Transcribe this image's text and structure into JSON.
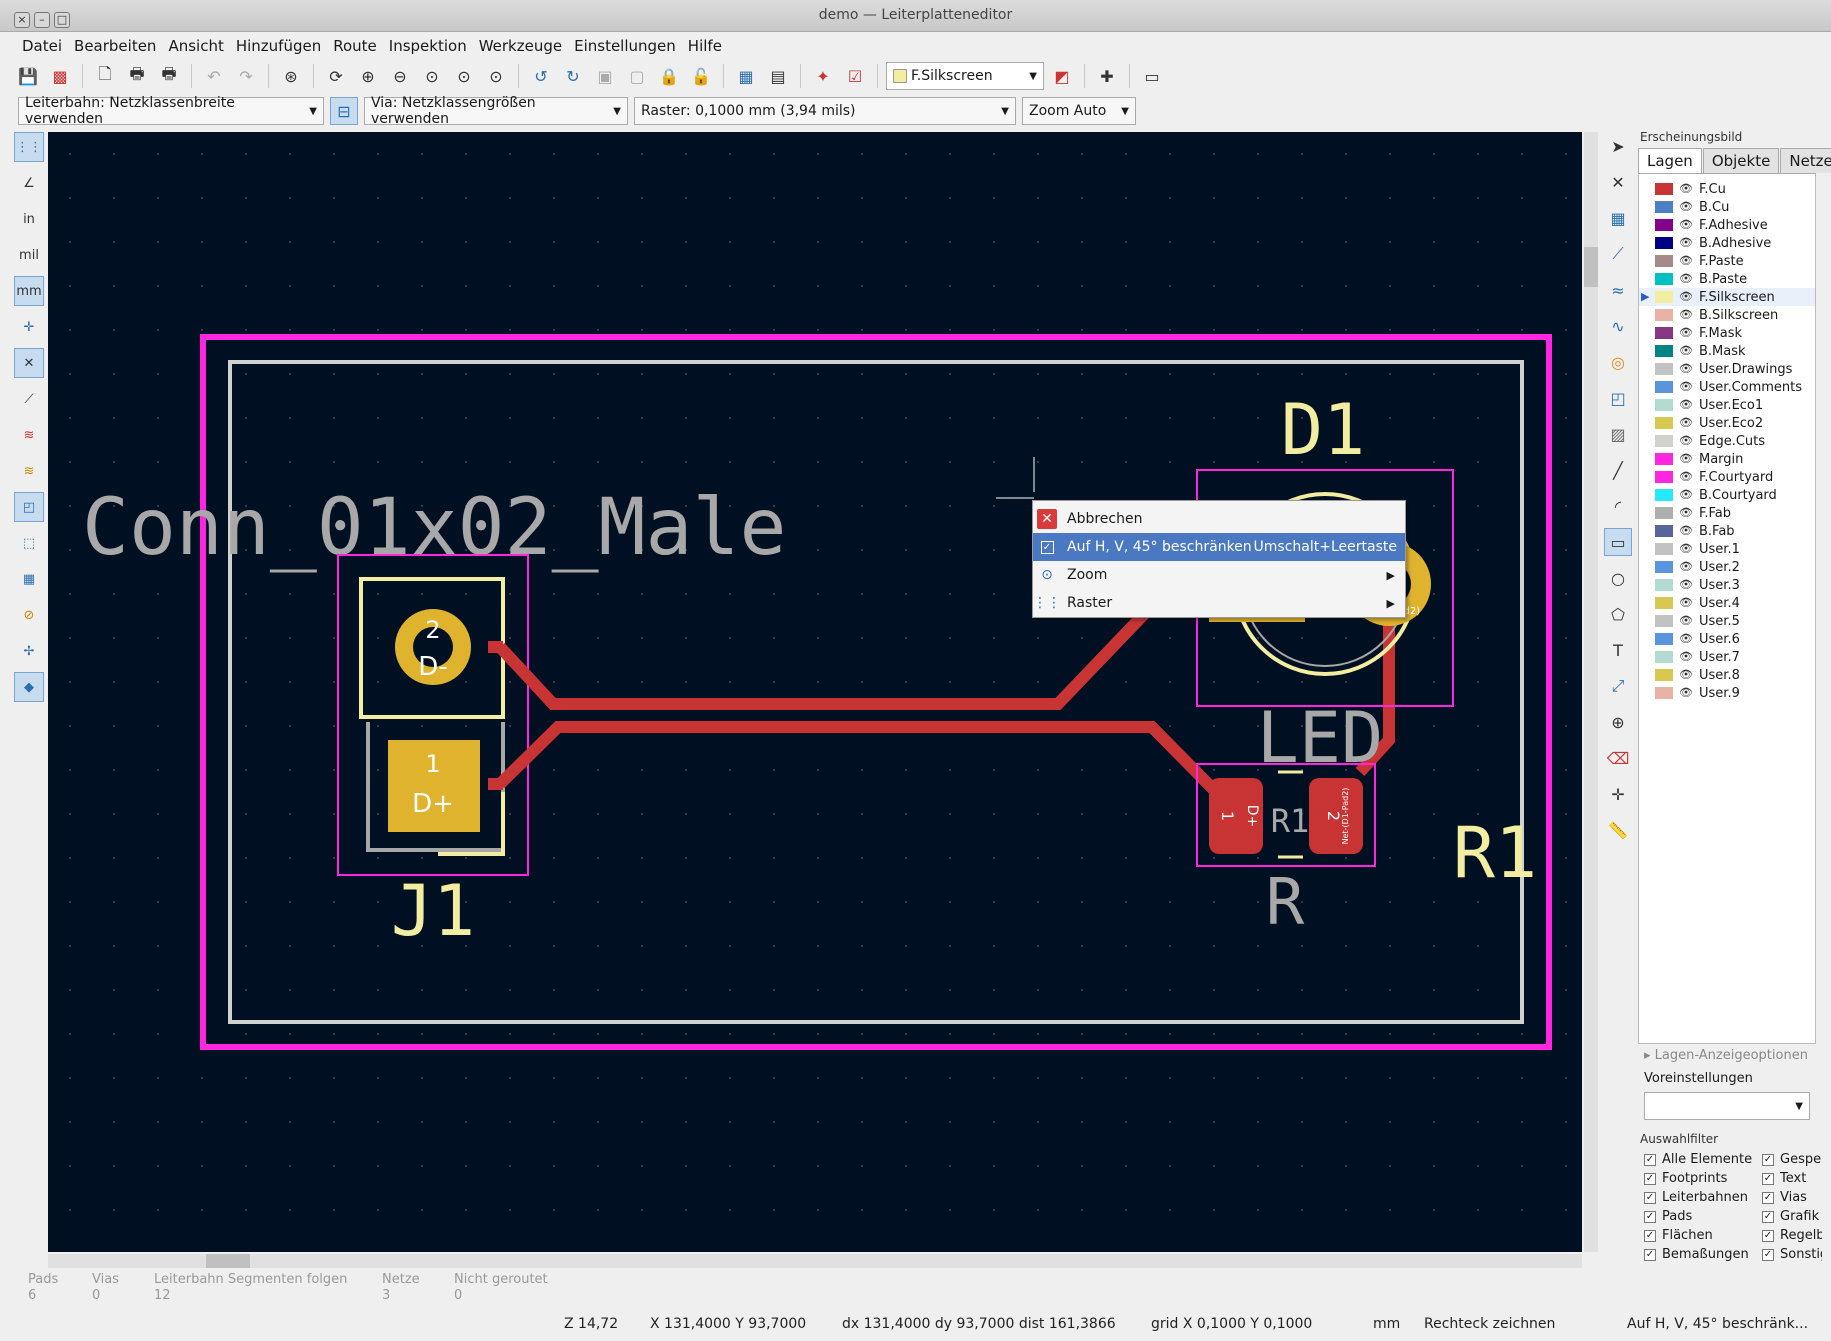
{
  "window": {
    "title": "demo — Leiterplatteneditor"
  },
  "menu": [
    "Datei",
    "Bearbeiten",
    "Ansicht",
    "Hinzufügen",
    "Route",
    "Inspektion",
    "Werkzeuge",
    "Einstellungen",
    "Hilfe"
  ],
  "toolbar": {
    "active_layer": "F.Silkscreen"
  },
  "toolbar2": {
    "track_width": "Leiterbahn: Netzklassenbreite verwenden",
    "via_size": "Via: Netzklassengrößen verwenden",
    "grid": "Raster: 0,1000 mm (3,94 mils)",
    "zoom": "Zoom Auto"
  },
  "left_toolbar": {
    "unit_in": "in",
    "unit_mil": "mil",
    "unit_mm": "mm"
  },
  "board": {
    "texts": {
      "conn_value": "Conn_01x02_Male",
      "d1_ref": "D1",
      "led_value": "LED",
      "j1_ref": "J1",
      "r1_ref": "R1",
      "r_value": "R",
      "r1_silk": "R1",
      "pad2_num": "2",
      "pad2_net": "D-",
      "pad1_num": "1",
      "pad1_net": "D+",
      "rpad1_num": "1",
      "rpad1_net": "D+",
      "rpad2_num": "2",
      "rpad2_net": "Net-(D1-Pad2)",
      "led_pad2_net": "Pad2)"
    }
  },
  "context_menu": {
    "items": [
      {
        "label": "Abbrechen",
        "shortcut": ""
      },
      {
        "label": "Auf H, V, 45° beschränken",
        "shortcut": "Umschalt+Leertaste"
      },
      {
        "label": "Zoom",
        "shortcut": ""
      },
      {
        "label": "Raster",
        "shortcut": ""
      }
    ]
  },
  "appearance": {
    "title": "Erscheinungsbild",
    "tabs": [
      "Lagen",
      "Objekte",
      "Netze"
    ],
    "layers": [
      {
        "name": "F.Cu",
        "color": "#c83434"
      },
      {
        "name": "B.Cu",
        "color": "#4d7fc4"
      },
      {
        "name": "F.Adhesive",
        "color": "#84008a"
      },
      {
        "name": "B.Adhesive",
        "color": "#000084"
      },
      {
        "name": "F.Paste",
        "color": "#a48a88"
      },
      {
        "name": "B.Paste",
        "color": "#00c2c2"
      },
      {
        "name": "F.Silkscreen",
        "color": "#f2eda1"
      },
      {
        "name": "B.Silkscreen",
        "color": "#e8b2a7"
      },
      {
        "name": "F.Mask",
        "color": "#843884"
      },
      {
        "name": "B.Mask",
        "color": "#028484"
      },
      {
        "name": "User.Drawings",
        "color": "#c2c2c2"
      },
      {
        "name": "User.Comments",
        "color": "#5994dc"
      },
      {
        "name": "User.Eco1",
        "color": "#b4dbd2"
      },
      {
        "name": "User.Eco2",
        "color": "#d8c852"
      },
      {
        "name": "Edge.Cuts",
        "color": "#d0d2cd"
      },
      {
        "name": "Margin",
        "color": "#ff26e2"
      },
      {
        "name": "F.Courtyard",
        "color": "#ff26e2"
      },
      {
        "name": "B.Courtyard",
        "color": "#26e9ff"
      },
      {
        "name": "F.Fab",
        "color": "#afafaf"
      },
      {
        "name": "B.Fab",
        "color": "#58659b"
      },
      {
        "name": "User.1",
        "color": "#c2c2c2"
      },
      {
        "name": "User.2",
        "color": "#5994dc"
      },
      {
        "name": "User.3",
        "color": "#b4dbd2"
      },
      {
        "name": "User.4",
        "color": "#d8c852"
      },
      {
        "name": "User.5",
        "color": "#c2c2c2"
      },
      {
        "name": "User.6",
        "color": "#5994dc"
      },
      {
        "name": "User.7",
        "color": "#b4dbd2"
      },
      {
        "name": "User.8",
        "color": "#d8c852"
      },
      {
        "name": "User.9",
        "color": "#e8b2a7"
      }
    ],
    "selected_layer": "F.Silkscreen",
    "layer_display_options": "Lagen-Anzeigeoptionen",
    "presets_label": "Voreinstellungen"
  },
  "selection_filter": {
    "title": "Auswahlfilter",
    "items": [
      "Alle Elemente",
      "Gesperrt",
      "Footprints",
      "Text",
      "Leiterbahnen",
      "Vias",
      "Pads",
      "Grafik",
      "Flächen",
      "Regelbereiche",
      "Bemaßungen",
      "Sonstiges"
    ]
  },
  "status": {
    "pads_label": "Pads",
    "pads": "6",
    "vias_label": "Vias",
    "vias": "0",
    "follow_label": "Leiterbahn Segmenten folgen",
    "follow": "12",
    "nets_label": "Netze",
    "nets": "3",
    "unrouted_label": "Nicht geroutet",
    "unrouted": "0",
    "zoom": "Z 14,72",
    "xy": "X 131,4000  Y 93,7000",
    "dxy": "dx 131,4000  dy 93,7000  dist 161,3866",
    "grid": "grid X 0,1000  Y 0,1000",
    "units": "mm",
    "tool": "Rechteck zeichnen",
    "mode": "Auf H, V, 45° beschränk..."
  }
}
